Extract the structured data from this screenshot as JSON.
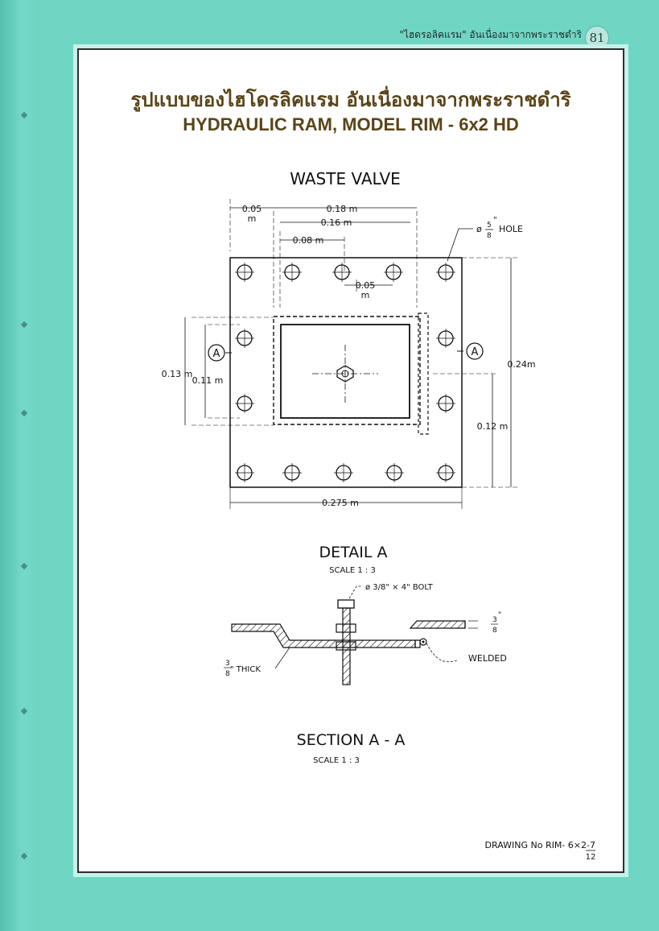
{
  "header": {
    "running_title": "\"ไฮดรอลิคแรม\" อันเนื่องมาจากพระราชดำริ",
    "page_number": "81"
  },
  "titles": {
    "thai": "รูปแบบของไฮโดรลิคแรม อันเนื่องมาจากพระราชดำริ",
    "english": "HYDRAULIC RAM, MODEL RIM - 6x2 HD"
  },
  "waste_valve": {
    "heading": "WASTE VALVE",
    "dim_005_left": "0.05",
    "dim_005_left_unit": "m",
    "dim_018": "0.18 m",
    "dim_016": "0.16 m",
    "dim_008": "0.08 m",
    "dim_005_mid": "0.05",
    "dim_005_mid_unit": "m",
    "hole_prefix": "ø",
    "hole_frac_num": "5",
    "hole_frac_den": "8",
    "hole_inch": "\"",
    "hole_label": "HOLE",
    "dim_013": "0.13 m",
    "dim_011": "0.11 m",
    "dim_024": "0.24m",
    "dim_012": "0.12 m",
    "dim_0275": "0.275 m",
    "section_marker": "A"
  },
  "detail_a": {
    "heading": "DETAIL A",
    "scale": "SCALE 1 : 3",
    "bolt_label": "ø 3/8\" × 4\" BOLT",
    "thick_num": "3",
    "thick_den": "8",
    "thick_label": "\" THICK",
    "right_num": "3",
    "right_den": "8",
    "right_inch": "\"",
    "welded_label": "WELDED"
  },
  "section": {
    "heading": "SECTION  A - A",
    "scale": "SCALE  1 : 3"
  },
  "drawing_number": {
    "label": "DRAWING No RIM- 6×2-7",
    "sheet": "12"
  },
  "colors": {
    "background": "#6fd6c4",
    "sheet": "#ffffff",
    "title": "#5a4418",
    "line": "#111111"
  }
}
